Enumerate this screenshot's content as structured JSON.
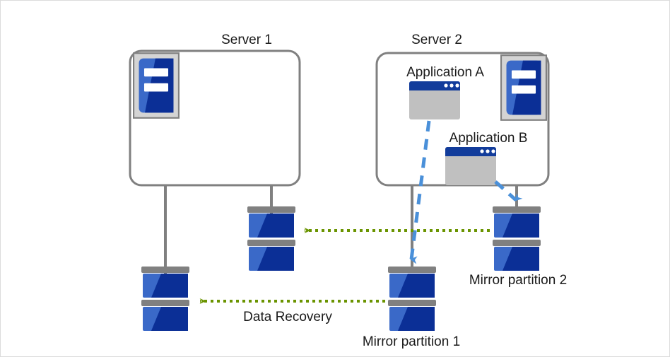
{
  "diagram": {
    "title_labels": {
      "server1": "Server 1",
      "server2": "Server 2"
    },
    "applications": [
      {
        "id": "app-a",
        "label": "Application A"
      },
      {
        "id": "app-b",
        "label": "Application B"
      }
    ],
    "storage_labels": {
      "mirror1": "Mirror partition 1",
      "mirror2": "Mirror partition 2"
    },
    "flow_labels": {
      "data_recovery": "Data Recovery"
    },
    "icons": {
      "server_rack": "server-rack-icon",
      "app_window": "app-window-icon",
      "disk_stack": "disk-stack-icon",
      "green_arrow": "green-dotted-arrow-icon",
      "blue_arrow": "blue-dashed-arrow-icon"
    },
    "colors": {
      "frame_border": "#dcdcdc",
      "box_stroke": "#808080",
      "connector_line": "#808080",
      "server_icon_blue_light": "#3a69c8",
      "server_icon_blue_dark": "#0b2f96",
      "server_icon_frame": "#d4d4d4",
      "server_icon_frame_stroke": "#808080",
      "app_titlebar": "#123c9b",
      "app_body": "#c0c0c0",
      "disk_cap": "#808080",
      "disk_blue_light": "#3a69c8",
      "disk_blue_dark": "#0b2f96",
      "green_dotted": "#6a9400",
      "blue_dashed": "#4a90d9",
      "text": "#1a1a1a"
    }
  }
}
